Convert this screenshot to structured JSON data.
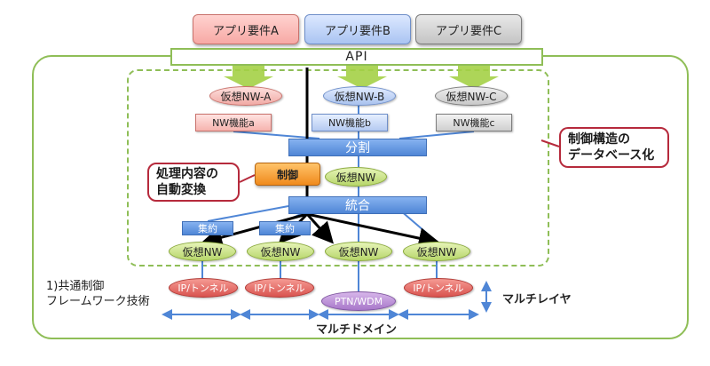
{
  "apps": [
    {
      "label": "アプリ要件A"
    },
    {
      "label": "アプリ要件B"
    },
    {
      "label": "アプリ要件C"
    }
  ],
  "api_label": "API",
  "virtual_nw_top": [
    "仮想NW-A",
    "仮想NW-B",
    "仮想NW-C"
  ],
  "nw_functions": [
    "NW機能a",
    "NW機能b",
    "NW機能c"
  ],
  "split_label": "分割",
  "control_label": "制御",
  "virtual_nw_label": "仮想NW",
  "integration_label": "統合",
  "aggregation_label": "集約",
  "ip_tunnel_label": "IP/トンネル",
  "ptn_wdm_label": "PTN/WDM",
  "callouts": {
    "processing": "処理内容の\n自動変換",
    "database": "制御構造の\nデータベース化"
  },
  "left_label": "1)共通制御\nフレームワーク技術",
  "multilayer_label": "マルチレイヤ",
  "multidomain_label": "マルチドメイン",
  "colors": {
    "frame_green": "#8fbe57",
    "arrow_green": "#9ccc3c",
    "bar_blue": "#4f86d6",
    "control_orange": "#f08a1c",
    "callout_red": "#b62a3c"
  }
}
